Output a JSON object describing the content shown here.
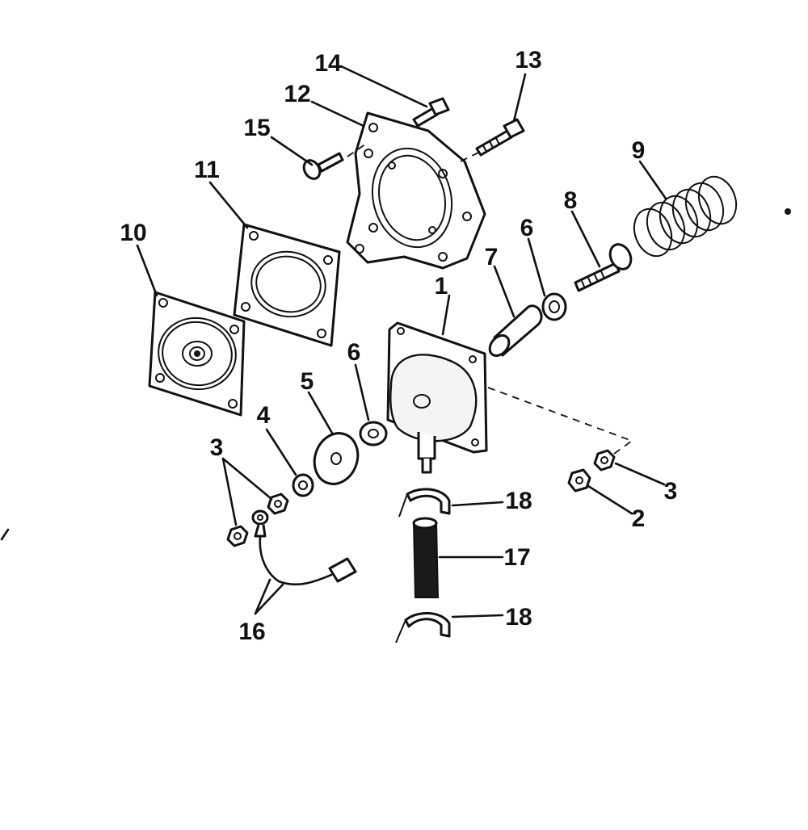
{
  "diagram": {
    "callouts": [
      {
        "id": "c1",
        "text": "1"
      },
      {
        "id": "c2",
        "text": "2"
      },
      {
        "id": "c3a",
        "text": "3"
      },
      {
        "id": "c3b",
        "text": "3"
      },
      {
        "id": "c4",
        "text": "4"
      },
      {
        "id": "c5",
        "text": "5"
      },
      {
        "id": "c6a",
        "text": "6"
      },
      {
        "id": "c6b",
        "text": "6"
      },
      {
        "id": "c7",
        "text": "7"
      },
      {
        "id": "c8",
        "text": "8"
      },
      {
        "id": "c9",
        "text": "9"
      },
      {
        "id": "c10",
        "text": "10"
      },
      {
        "id": "c11",
        "text": "11"
      },
      {
        "id": "c12",
        "text": "12"
      },
      {
        "id": "c13",
        "text": "13"
      },
      {
        "id": "c14",
        "text": "14"
      },
      {
        "id": "c15",
        "text": "15"
      },
      {
        "id": "c16",
        "text": "16"
      },
      {
        "id": "c17",
        "text": "17"
      },
      {
        "id": "c18a",
        "text": "18"
      },
      {
        "id": "c18b",
        "text": "18"
      }
    ]
  }
}
